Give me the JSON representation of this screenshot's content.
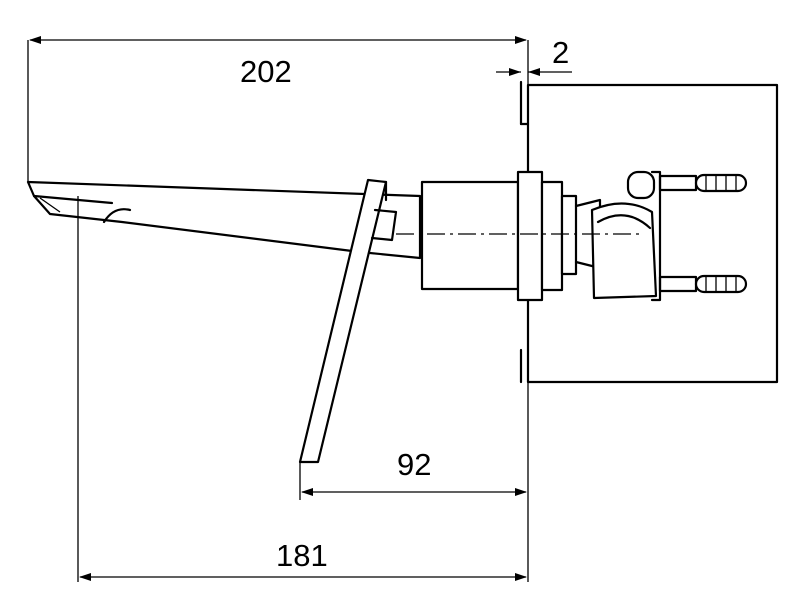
{
  "dimensions": {
    "overall_length": "202",
    "wall_gap": "2",
    "lever_to_wall": "92",
    "spout_to_wall": "181"
  }
}
